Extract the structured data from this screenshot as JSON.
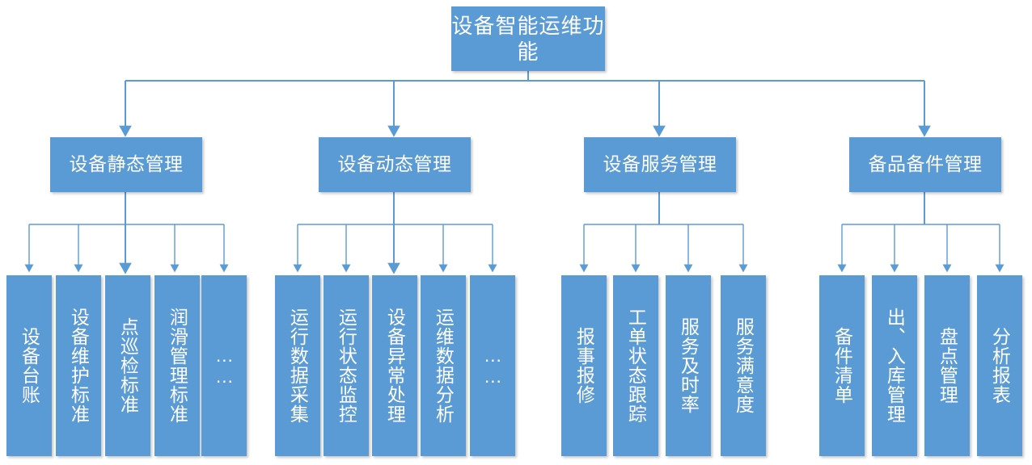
{
  "diagram": {
    "title": "设备智能运维功能",
    "type": "hierarchy-tree",
    "colors": {
      "node_fill": "#5B9BD5",
      "node_text": "#FFFFFF",
      "connector": "#5B9BD5",
      "background": "#FFFFFF"
    },
    "root": {
      "label": "设备智能运维功能"
    },
    "branches": [
      {
        "label": "设备静态管理",
        "children": [
          {
            "label": "设备台账"
          },
          {
            "label": "设备维护标准"
          },
          {
            "label": "点巡检标准"
          },
          {
            "label": "润滑管理标准"
          },
          {
            "label": "……"
          }
        ]
      },
      {
        "label": "设备动态管理",
        "children": [
          {
            "label": "运行数据采集"
          },
          {
            "label": "运行状态监控"
          },
          {
            "label": "设备异常处理"
          },
          {
            "label": "运维数据分析"
          },
          {
            "label": "……"
          }
        ]
      },
      {
        "label": "设备服务管理",
        "children": [
          {
            "label": "报事报修"
          },
          {
            "label": "工单状态跟踪"
          },
          {
            "label": "服务及时率"
          },
          {
            "label": "服务满意度"
          }
        ]
      },
      {
        "label": "备品备件管理",
        "children": [
          {
            "label": "备件清单"
          },
          {
            "label": "出、入库管理"
          },
          {
            "label": "盘点管理"
          },
          {
            "label": "分析报表"
          }
        ]
      }
    ]
  }
}
